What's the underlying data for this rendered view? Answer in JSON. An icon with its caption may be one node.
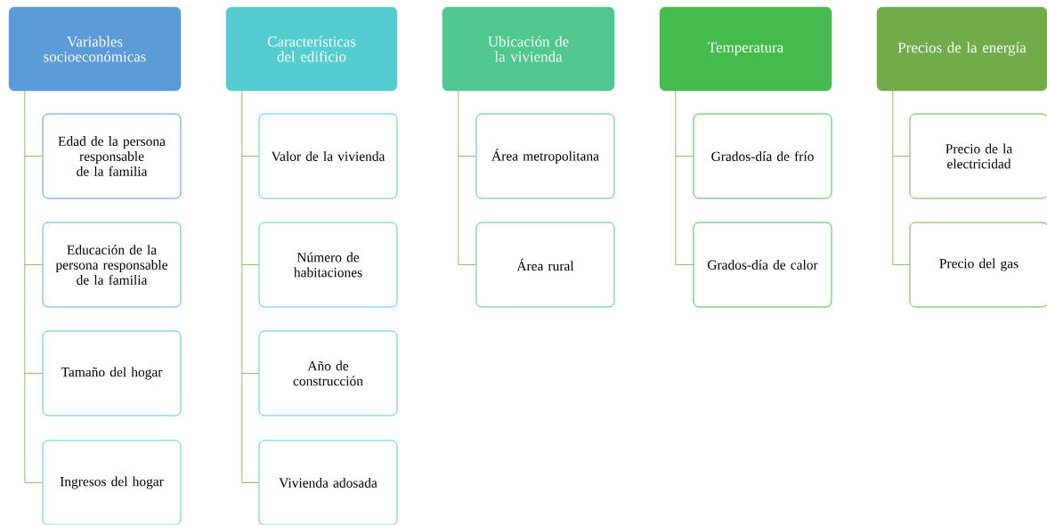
{
  "diagram": {
    "nodes": [
      {
        "text": [
          "Variables socioeconómicas"
        ]
      },
      {
        "text": [
          "Edad de la persona responsable de la familia"
        ]
      },
      {
        "text": [
          "Educación de la persona responsable de la familia"
        ]
      },
      {
        "text": [
          "Tamaño del hogar"
        ]
      },
      {
        "text": [
          "Ingresos del hogar"
        ]
      },
      {
        "text": [
          "Características del edificio"
        ]
      },
      {
        "text": [
          "Valor de la vivienda"
        ]
      },
      {
        "text": [
          "Número de habitaciones"
        ]
      },
      {
        "text": [
          "Año de construcción"
        ]
      },
      {
        "text": [
          "Vivienda adosada"
        ]
      },
      {
        "text": [
          "Ubicación de la vivienda"
        ]
      },
      {
        "text": [
          "Área metropolitana"
        ]
      },
      {
        "text": [
          "Área rural"
        ]
      },
      {
        "text": [
          "Temperatura"
        ]
      },
      {
        "text": [
          "Grados-día de frío"
        ]
      },
      {
        "text": [
          "Grados-día de calor"
        ]
      },
      {
        "text": [
          "Precios de la energía"
        ]
      },
      {
        "text": [
          "Precio de la electricidad"
        ]
      },
      {
        "text": [
          "Precio del gas"
        ]
      }
    ],
    "edges": [
      {
        "from": 0,
        "to": 1,
        "arrow": "none"
      },
      {
        "from": 0,
        "to": 2,
        "arrow": "none"
      },
      {
        "from": 0,
        "to": 3,
        "arrow": "none"
      },
      {
        "from": 0,
        "to": 4,
        "arrow": "none"
      },
      {
        "from": 5,
        "to": 6,
        "arrow": "none"
      },
      {
        "from": 5,
        "to": 7,
        "arrow": "none"
      },
      {
        "from": 5,
        "to": 8,
        "arrow": "none"
      },
      {
        "from": 5,
        "to": 9,
        "arrow": "none"
      },
      {
        "from": 10,
        "to": 11,
        "arrow": "none"
      },
      {
        "from": 10,
        "to": 12,
        "arrow": "none"
      },
      {
        "from": 13,
        "to": 14,
        "arrow": "none"
      },
      {
        "from": 13,
        "to": 15,
        "arrow": "none"
      },
      {
        "from": 16,
        "to": 17,
        "arrow": "none"
      },
      {
        "from": 16,
        "to": 18,
        "arrow": "none"
      }
    ]
  }
}
